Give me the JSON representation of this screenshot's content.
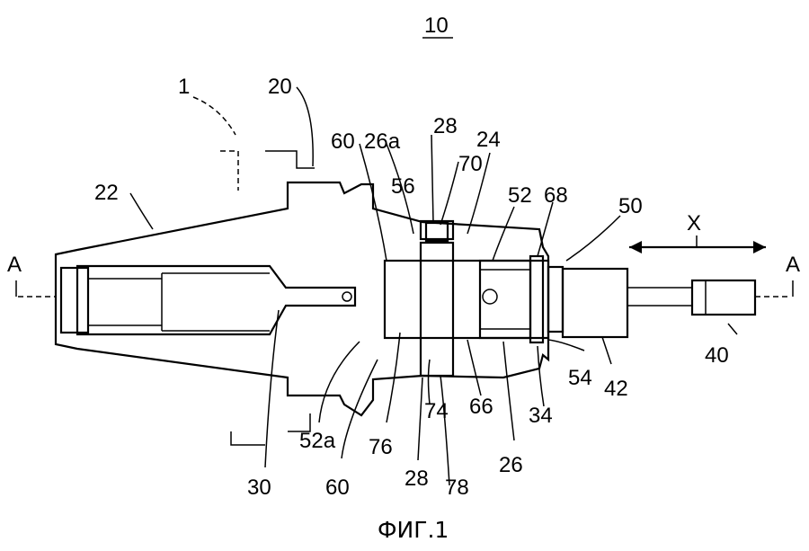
{
  "figure": {
    "number": "10",
    "caption": "ФИГ.1",
    "section_label": "A",
    "direction_label": "X"
  },
  "labels": {
    "l1": "1",
    "l20": "20",
    "l22": "22",
    "l24": "24",
    "l26": "26",
    "l26a": "26a",
    "l28_top": "28",
    "l28_bot": "28",
    "l30": "30",
    "l34": "34",
    "l40": "40",
    "l42": "42",
    "l50": "50",
    "l52": "52",
    "l52a": "52a",
    "l54": "54",
    "l56": "56",
    "l60_top": "60",
    "l60_bot": "60",
    "l66": "66",
    "l68": "68",
    "l70": "70",
    "l74": "74",
    "l76": "76",
    "l78": "78"
  }
}
